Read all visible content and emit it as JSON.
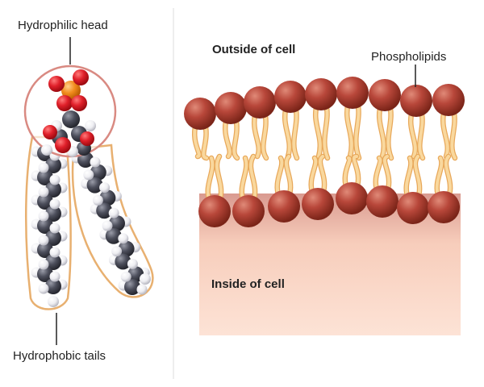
{
  "labels": {
    "hydrophilic_head": "Hydrophilic head",
    "hydrophobic_tails": "Hydrophobic tails",
    "outside": "Outside of cell",
    "inside": "Inside of cell",
    "phospholipids": "Phospholipids"
  },
  "colors": {
    "oxygen": "#e0202a",
    "phosphorus": "#f28c1e",
    "carbon": "#4d4f5c",
    "hydrogen": "#f2f2f4",
    "head_ball": "#b8473a",
    "tail": "#f7cf8f",
    "tail_outline": "#e8a85a",
    "cytoplasm": "#fbdccc",
    "circle_outline": "#d98a82",
    "divider": "#dddddd"
  }
}
